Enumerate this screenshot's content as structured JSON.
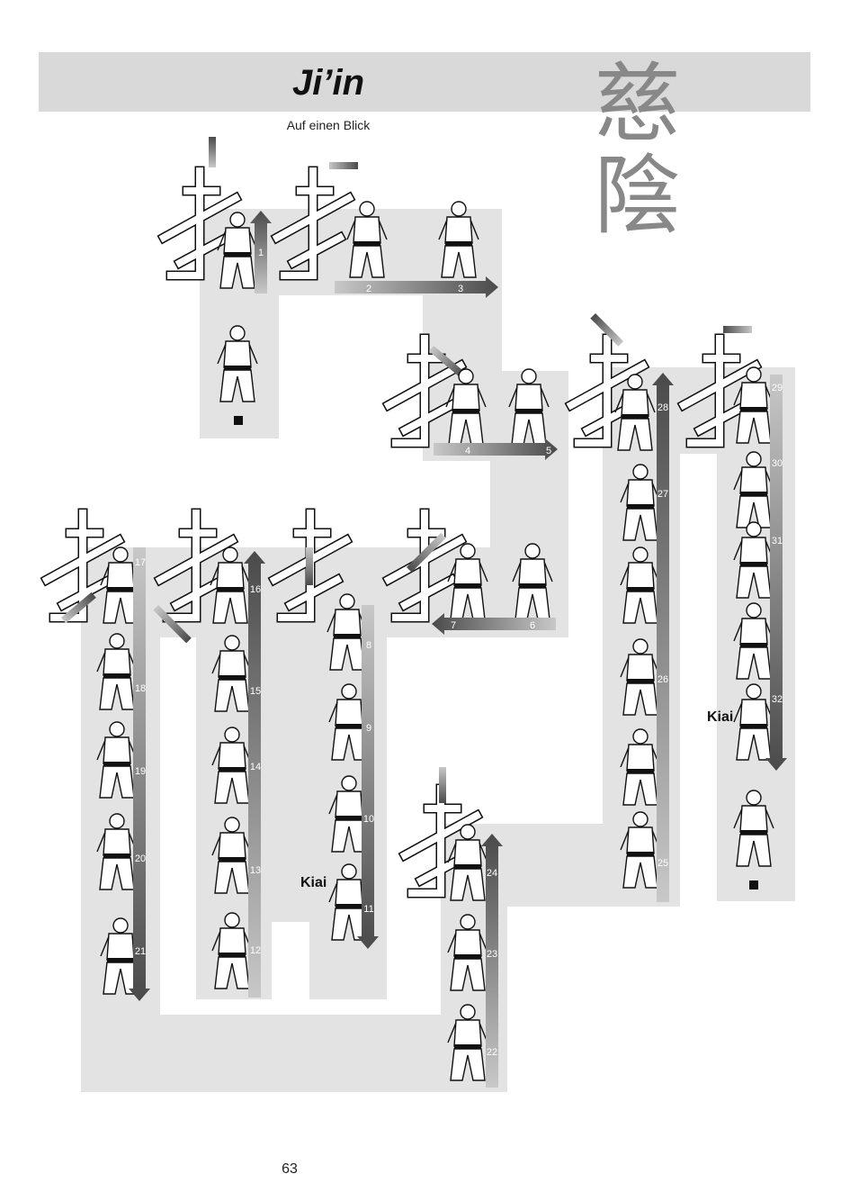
{
  "header": {
    "title": "Ji’in",
    "subtitle": "Auf einen Blick",
    "kanji": "慈陰"
  },
  "kiai_label": "Kiai",
  "footer": {
    "page_number": "63"
  },
  "colors": {
    "band": "#d9d9d9",
    "path": "#e3e3e3",
    "arrow_dark": "#555555",
    "arrow_light": "#bbbbbb",
    "kanji": "#888888"
  },
  "steps": [
    "1",
    "2",
    "3",
    "4",
    "5",
    "6",
    "7",
    "8",
    "9",
    "10",
    "11",
    "12",
    "13",
    "14",
    "15",
    "16",
    "17",
    "18",
    "19",
    "20",
    "21",
    "22",
    "23",
    "24",
    "25",
    "26",
    "27",
    "28",
    "29",
    "30",
    "31",
    "32"
  ]
}
